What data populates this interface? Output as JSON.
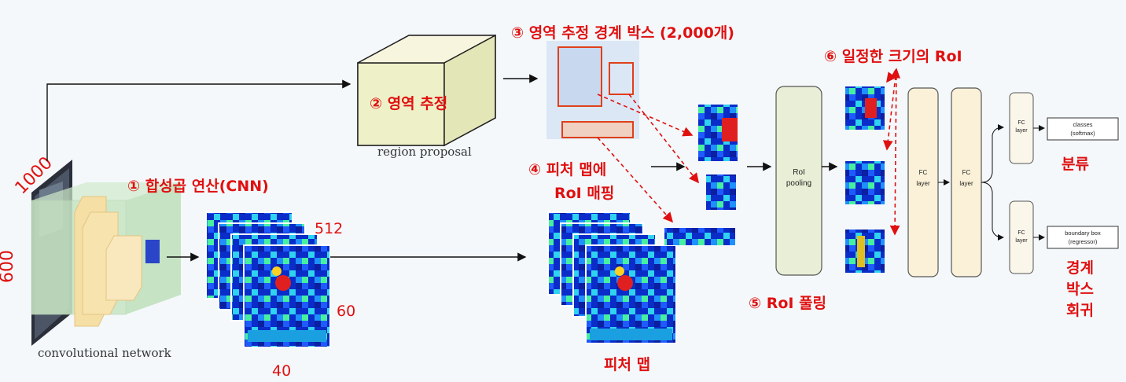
{
  "labels": {
    "step1": "① 합성곱 연산(CNN)",
    "step2": "② 영역 추정",
    "step3": "③ 영역 추정 경계 박스 (2,000개)",
    "step4_line1": "④ 피처 맵에",
    "step4_line2": "RoI 매핑",
    "step5": "⑤ RoI 풀링",
    "step6": "⑥ 일정한 크기의 RoI",
    "feature_map": "피처 맵",
    "classification": "분류",
    "bbox_reg_1": "경계",
    "bbox_reg_2": "박스",
    "bbox_reg_3": "회귀"
  },
  "dims": {
    "image_w": "1000",
    "image_h": "600",
    "fm_depth": "512",
    "fm_h": "60",
    "fm_w": "40"
  },
  "captions": {
    "region_proposal": "region proposal",
    "conv_net": "convolutional network"
  },
  "blocks": {
    "roi_pool_1": "RoI",
    "roi_pool_2": "pooling",
    "fc": "FC",
    "layer": "layer",
    "classes_1": "classes",
    "classes_2": "(softmax)",
    "bbox_1": "boundary box",
    "bbox_2": "(regressor)"
  },
  "colors": {
    "accent_red": "#e01010",
    "fc_fill": "#fbf1d8",
    "roi_pool_fill": "#e8efd6",
    "conv_green": "#c9e8c4"
  }
}
